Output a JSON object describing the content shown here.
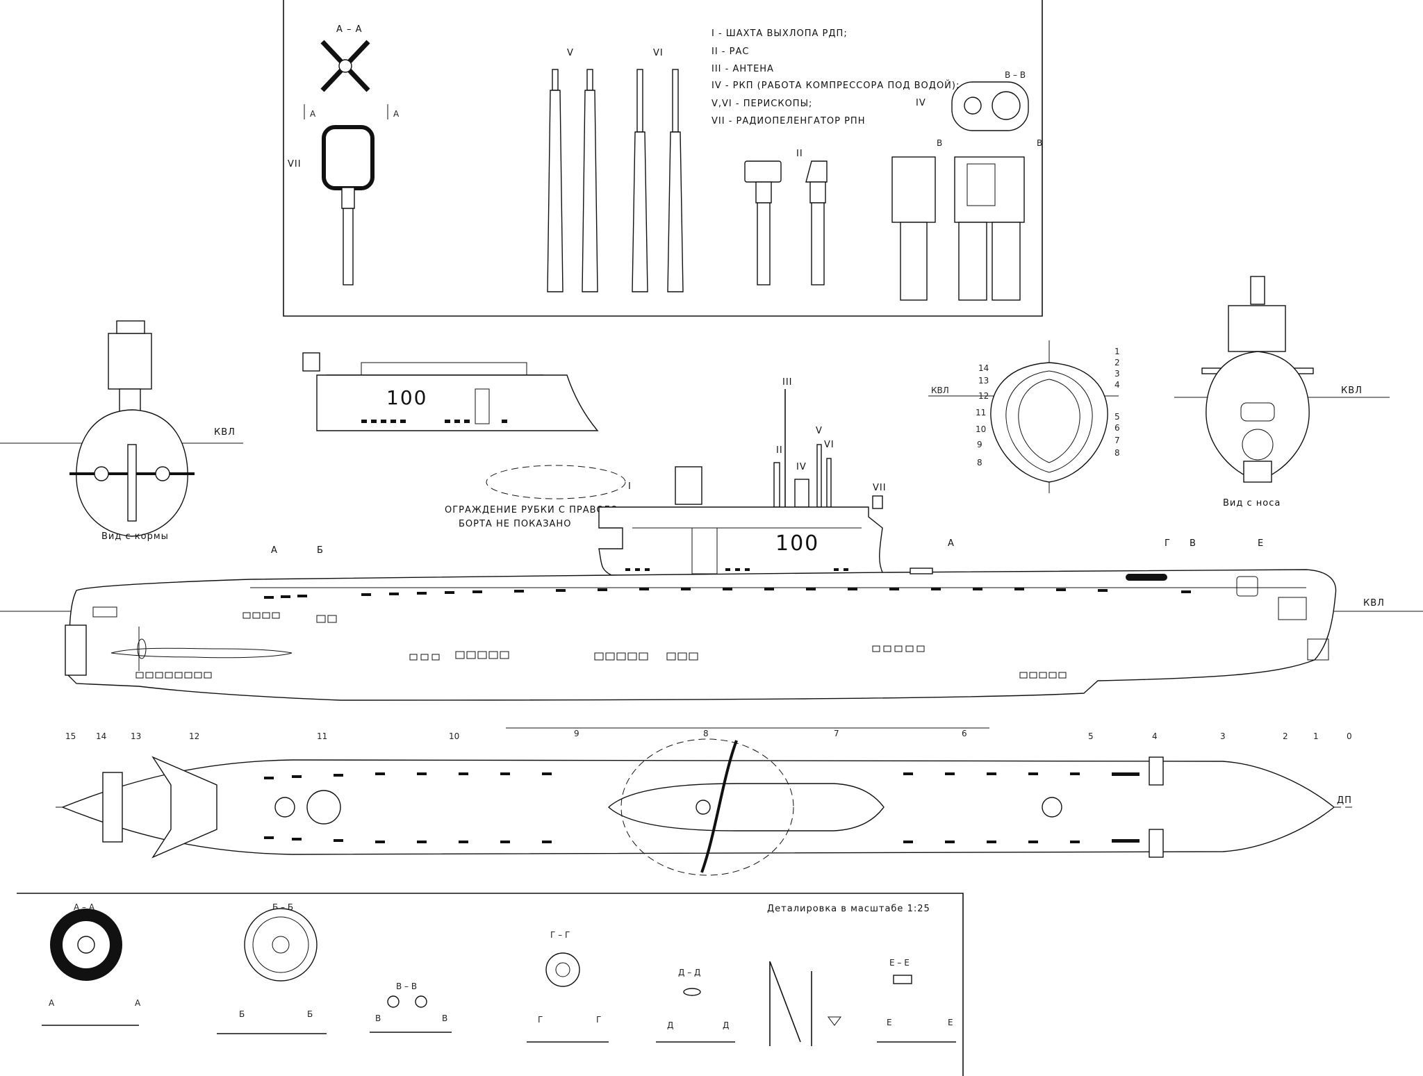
{
  "legend": {
    "items": [
      "I - ШАХТА ВЫХЛОПА РДП;",
      "II - РАС",
      "III - АНТЕНА",
      "IV - РКП (РАБОТА КОМПРЕССОРА ПОД ВОДОЙ);",
      "V,VI - ПЕРИСКОПЫ;",
      "VII - РАДИОПЕЛЕНГАТОР РПН"
    ]
  },
  "top_panel": {
    "section_aa": "А – А",
    "section_vv": "В – В",
    "label_vii": "VII",
    "label_v": "V",
    "label_vi": "VI",
    "label_ii": "II",
    "label_iv": "IV",
    "cut_a": "А",
    "cut_v": "В"
  },
  "stern_view": {
    "caption": "Вид с кормы",
    "waterline": "КВЛ"
  },
  "bow_view": {
    "caption": "Вид с носа",
    "waterline": "КВЛ"
  },
  "sail_detail": {
    "hull_number": "100"
  },
  "body_plan": {
    "waterline": "КВЛ",
    "left_numbers": [
      "14",
      "13",
      "12",
      "11",
      "10",
      "9",
      "8"
    ],
    "right_numbers": [
      "1",
      "2",
      "3",
      "4",
      "5",
      "6",
      "7",
      "8"
    ]
  },
  "side_view": {
    "note_line1": "ОГРАЖДЕНИЕ РУБКИ С ПРАВОГО",
    "note_line2": "БОРТА НЕ ПОКАЗАНО",
    "hull_number": "100",
    "waterline": "КВЛ",
    "mast_labels": [
      "I",
      "II",
      "III",
      "IV",
      "V",
      "VI",
      "VII"
    ],
    "markers": [
      "А",
      "Б",
      "А",
      "Г",
      "В",
      "Е"
    ]
  },
  "frames": {
    "left": [
      "15",
      "14",
      "13",
      "12",
      "11",
      "10",
      "9",
      "8",
      "7",
      "6"
    ],
    "right": [
      "5",
      "4",
      "3",
      "2",
      "1",
      "0"
    ]
  },
  "plan_view": {
    "centerline": "ДП"
  },
  "details": {
    "title": "Деталировка в масштабе 1:25",
    "sections": [
      "А – А",
      "Б – Б",
      "В – В",
      "Г – Г",
      "Д – Д",
      "Е – Е"
    ],
    "cuts": [
      "А",
      "Б",
      "В",
      "Г",
      "Д",
      "Е"
    ]
  }
}
